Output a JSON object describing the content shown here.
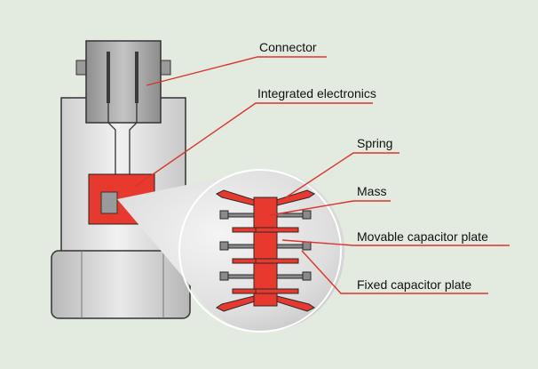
{
  "labels": {
    "connector": "Connector",
    "electronics": "Integrated electronics",
    "spring": "Spring",
    "mass": "Mass",
    "movable_plate": "Movable capacitor plate",
    "fixed_plate": "Fixed capacitor plate"
  },
  "colors": {
    "background": "#e3eadf",
    "accent_red": "#e8392e",
    "leader_red": "#d9342b",
    "housing": "#dcdcdc",
    "connector_body": "#a9a9a9",
    "outline": "#333333"
  }
}
